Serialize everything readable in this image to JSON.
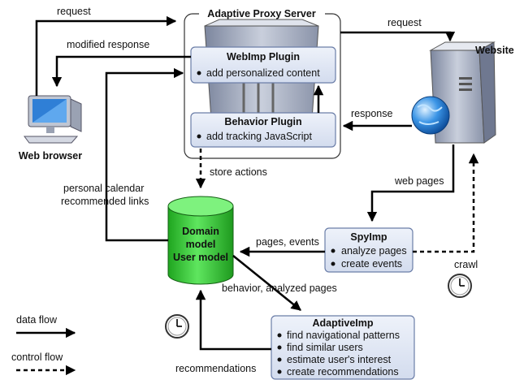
{
  "proxy": {
    "title": "Adaptive Proxy Server",
    "webimp": {
      "title": "WebImp Plugin",
      "bullet": "add personalized content"
    },
    "behavior": {
      "title": "Behavior Plugin",
      "bullet": "add tracking JavaScript"
    }
  },
  "website": {
    "label": "Website"
  },
  "browser": {
    "label": "Web browser"
  },
  "database": {
    "line1": "Domain",
    "line2": "model",
    "line3": "User model"
  },
  "spyimp": {
    "title": "SpyImp",
    "bullets": [
      "analyze pages",
      "create events"
    ]
  },
  "adaptiveimp": {
    "title": "AdaptiveImp",
    "bullets": [
      "find navigational patterns",
      "find similar users",
      "estimate user's interest",
      "create recommendations"
    ]
  },
  "edges": {
    "request_left": "request",
    "modified_response": "modified response",
    "request_right": "request",
    "response": "response",
    "store_actions": "store actions",
    "personal_calendar": "personal calendar",
    "recommended_links": "recommended links",
    "web_pages": "web pages",
    "pages_events": "pages, events",
    "crawl": "crawl",
    "behavior_analyzed": "behavior, analyzed pages",
    "recommendations": "recommendations"
  },
  "legend": {
    "data_flow": "data flow",
    "control_flow": "control flow"
  },
  "icons": [
    "computer-icon",
    "server-icon",
    "website-server-icon",
    "globe-icon",
    "database-icon",
    "clock-icon"
  ],
  "colors": {
    "box_fill": "#dde4f2",
    "box_border": "#6b7ea8",
    "database_green": "#3ccf3c",
    "arrow": "#000000"
  }
}
